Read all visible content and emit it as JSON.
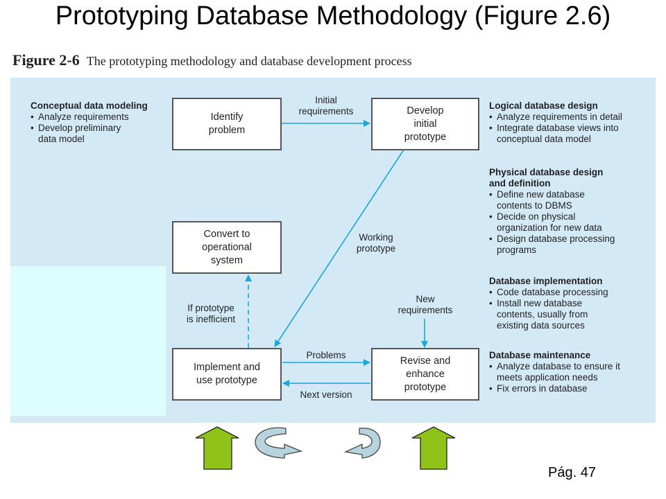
{
  "slide_title": "Prototyping Database Methodology (Figure 2.6)",
  "figure": {
    "label": "Figure 2-6",
    "caption": "The prototyping methodology and database development process"
  },
  "boxes": {
    "identify": "Identify\nproblem",
    "develop": "Develop\ninitial\nprototype",
    "convert": "Convert to\noperational\nsystem",
    "implement": "Implement and\nuse prototype",
    "revise": "Revise and\nenhance\nprototype"
  },
  "arrow_labels": {
    "initial": "Initial\nrequirements",
    "working": "Working\nprototype",
    "inefficient": "If prototype\nis inefficient",
    "new_req": "New\nrequirements",
    "problems": "Problems",
    "next": "Next version"
  },
  "phases": {
    "conceptual": {
      "title": "Conceptual data modeling",
      "items": [
        "Analyze requirements",
        "Develop preliminary\ndata model"
      ]
    },
    "logical": {
      "title": "Logical database design",
      "items": [
        "Analyze requirements in detail",
        "Integrate database views into\nconceptual data model"
      ]
    },
    "physical": {
      "title": "Physical database design\n  and definition",
      "items": [
        "Define new database\ncontents to DBMS",
        "Decide on physical\norganization for new data",
        "Design database processing\nprograms"
      ]
    },
    "implementation": {
      "title": "Database implementation",
      "items": [
        "Code database processing",
        "Install new database\ncontents, usually from\nexisting data sources"
      ]
    },
    "maintenance": {
      "title": "Database maintenance",
      "items": [
        "Analyze database to ensure it\nmeets application needs",
        "Fix errors in database"
      ]
    }
  },
  "page_number": "Pág. 47",
  "colors": {
    "panel": "#d4e9f6",
    "arrow": "#1aa6da",
    "up_arrow": "#8fc319",
    "cycle_arrow": "#b7d3dc"
  }
}
